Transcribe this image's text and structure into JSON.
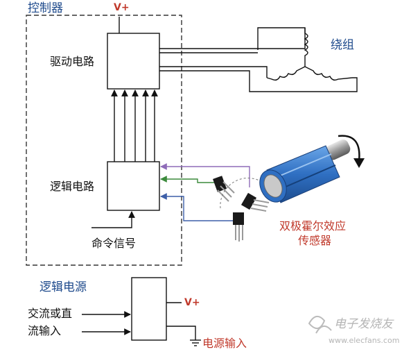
{
  "controller_label": "控制器",
  "vplus_top": "V+",
  "drive_circuit_label": "驱动电路",
  "logic_circuit_label": "逻辑电路",
  "command_signal_label": "命令信号",
  "windings_label": "绕组",
  "hall_sensor_label_line1": "双极霍尔效应",
  "hall_sensor_label_line2": "传感器",
  "logic_power_label": "逻辑电源",
  "ac_dc_input_line1": "交流或直",
  "ac_dc_input_line2": "流输入",
  "vplus_power": "V+",
  "power_input_label": "电源输入",
  "watermark_cn": "电子发烧友",
  "watermark_url": "www.elecfans.com",
  "colors": {
    "title_blue": "#1e4a8c",
    "accent_red": "#c0392b",
    "wire_purple": "#8e6bb8",
    "wire_green": "#3b8a3b",
    "wire_blue": "#3d5fa8",
    "rotor_blue": "#3a78c8"
  }
}
